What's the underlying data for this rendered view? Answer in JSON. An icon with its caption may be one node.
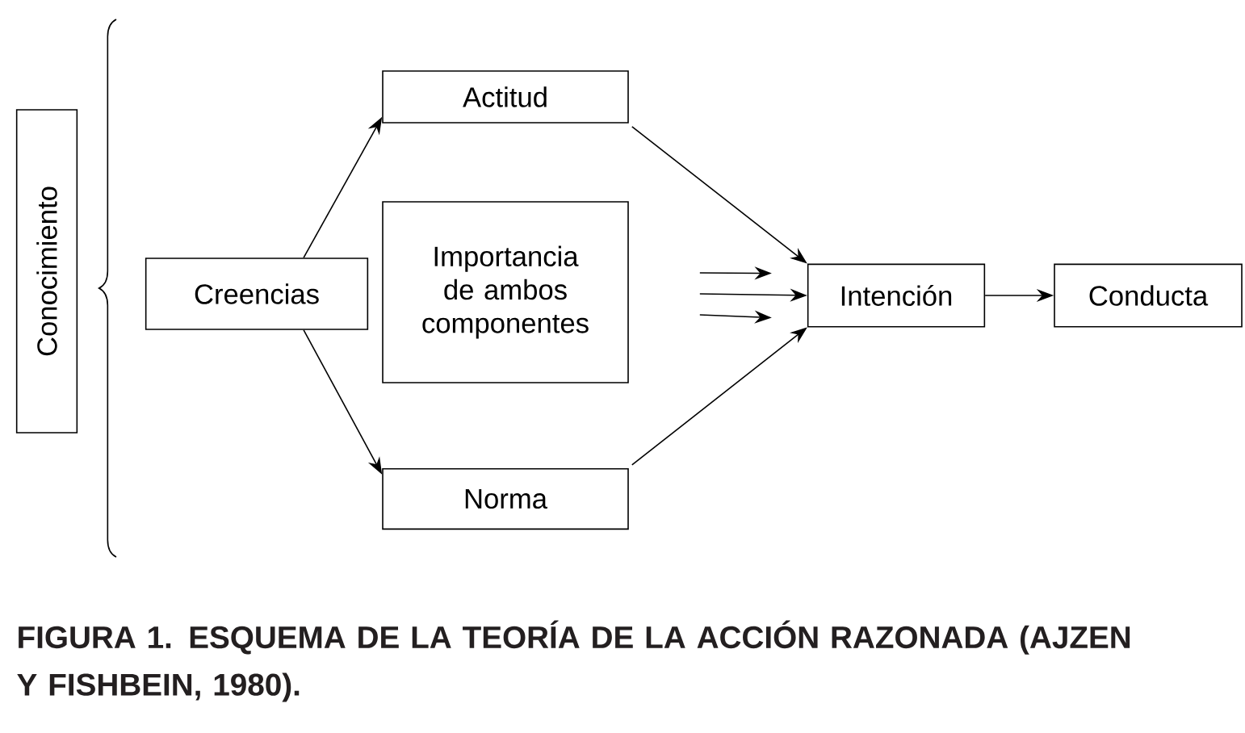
{
  "diagram": {
    "caption": "FIGURA 1. ESQUEMA DE LA TEORÍA DE LA ACCIÓN RAZONADA (AJZEN Y FISHBEIN, 1980).",
    "nodes": [
      {
        "text": [
          "Conocimiento"
        ]
      },
      {
        "text": [
          "Creencias"
        ]
      },
      {
        "text": [
          "Actitud"
        ]
      },
      {
        "text": [
          "Importancia de ambos componentes"
        ]
      },
      {
        "text": [
          "Norma"
        ]
      },
      {
        "text": [
          "Intención"
        ]
      },
      {
        "text": [
          "Conducta"
        ]
      }
    ],
    "edges": [
      {
        "from": 1,
        "to": 2,
        "arrow": "to"
      },
      {
        "from": 1,
        "to": 4,
        "arrow": "to"
      },
      {
        "from": 2,
        "to": 5,
        "arrow": "to"
      },
      {
        "from": 3,
        "to": 5,
        "arrow": "to"
      },
      {
        "from": 3,
        "to": 5,
        "arrow": "to"
      },
      {
        "from": 3,
        "to": 5,
        "arrow": "to"
      },
      {
        "from": 4,
        "to": 5,
        "arrow": "to"
      },
      {
        "from": 5,
        "to": 6,
        "arrow": "to"
      }
    ]
  }
}
